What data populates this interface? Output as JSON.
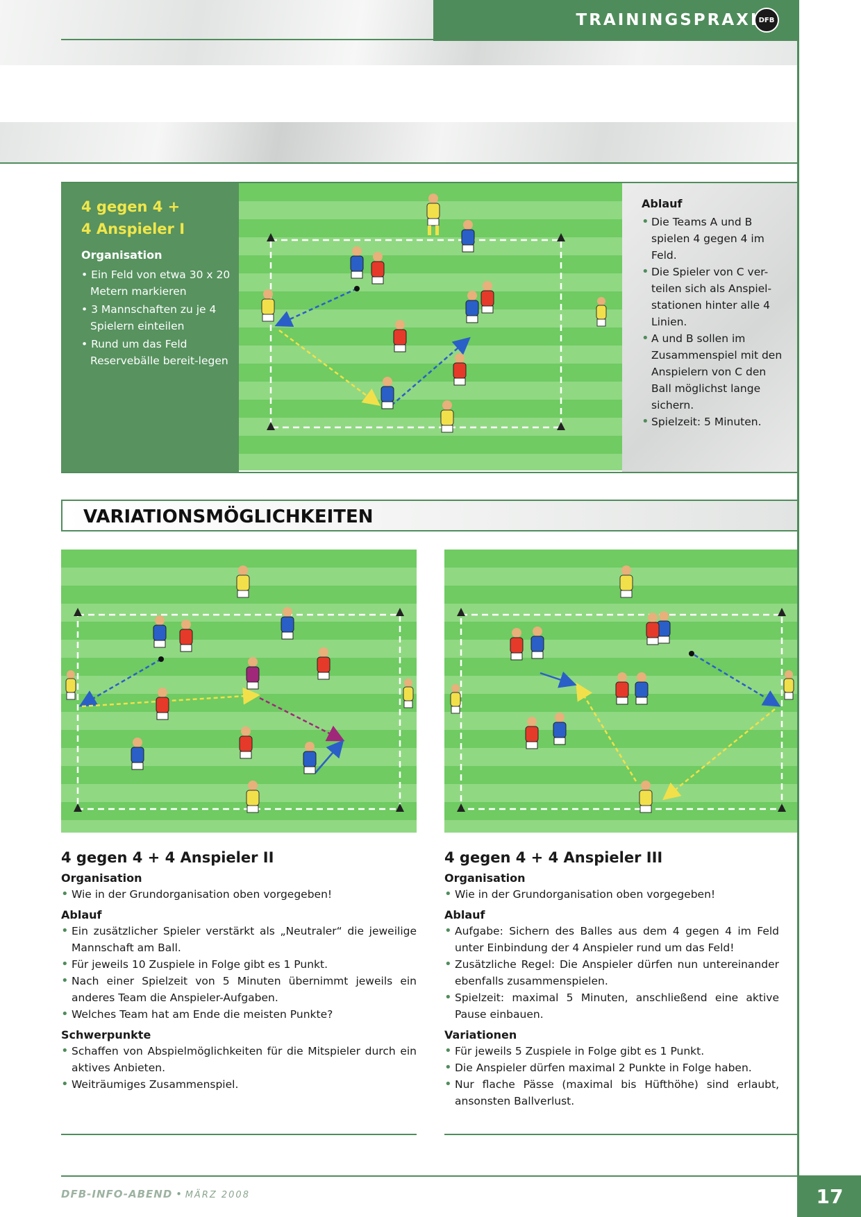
{
  "header": {
    "section_title": "TRAININGSPRAXIS",
    "logo_text": "DFB"
  },
  "drill_main": {
    "title_line1": "4 gegen 4 +",
    "title_line2": "4 Anspieler I",
    "organisation_heading": "Organisation",
    "organisation_items": [
      "Ein Feld von etwa 30 x 20 Metern markieren",
      "3 Mannschaften zu je 4 Spielern einteilen",
      "Rund um das Feld Reservebälle bereit-legen"
    ],
    "ablauf_heading": "Ablauf",
    "ablauf_items": [
      "Die Teams A und B spielen 4 gegen 4 im Feld.",
      "Die Spieler von C ver-teilen sich als Anspiel-stationen hinter alle 4 Linien.",
      "A und B sollen im Zusammenspiel mit den Anspielern von C den Ball möglichst lange sichern.",
      "Spielzeit: 5 Minuten."
    ]
  },
  "variations_heading": "VARIATIONSMÖGLICHKEITEN",
  "variation_2": {
    "title": "4 gegen 4 + 4 Anspieler II",
    "organisation_heading": "Organisation",
    "organisation_items": [
      "Wie in der Grundorganisation oben vorgegeben!"
    ],
    "ablauf_heading": "Ablauf",
    "ablauf_items": [
      "Ein zusätzlicher Spieler verstärkt als „Neutraler“ die jeweilige Mannschaft am Ball.",
      "Für jeweils 10 Zuspiele in Folge gibt es 1 Punkt.",
      "Nach einer Spielzeit von 5 Minuten übernimmt jeweils ein anderes Team die Anspieler-Aufgaben.",
      "Welches Team hat am Ende die meisten Punkte?"
    ],
    "schwerpunkte_heading": "Schwerpunkte",
    "schwerpunkte_items": [
      "Schaffen von Abspielmöglichkeiten für die Mitspieler durch ein aktives Anbieten.",
      "Weiträumiges Zusammenspiel."
    ]
  },
  "variation_3": {
    "title": "4 gegen 4 + 4 Anspieler III",
    "organisation_heading": "Organisation",
    "organisation_items": [
      "Wie in der Grundorganisation oben vorgegeben!"
    ],
    "ablauf_heading": "Ablauf",
    "ablauf_items": [
      "Aufgabe: Sichern des Balles aus dem 4 gegen 4 im Feld unter Einbindung der 4 Anspieler rund um das Feld!",
      "Zusätzliche Regel: Die Anspieler dürfen nun untereinander ebenfalls zusammenspielen.",
      "Spielzeit: maximal 5 Minuten, anschließend eine aktive Pause einbauen."
    ],
    "variationen_heading": "Variationen",
    "variationen_items": [
      "Für jeweils 5 Zuspiele in Folge gibt es 1 Punkt.",
      "Die Anspieler dürfen maximal 2 Punkte in Folge haben.",
      "Nur flache Pässe (maximal bis Hüfthöhe) sind erlaubt, ansonsten Ballverlust."
    ]
  },
  "footer": {
    "publication": "DFB-INFO-ABEND",
    "date": "MÄRZ 2008",
    "page_number": "17"
  },
  "colors": {
    "accent_green": "#4f8c5b",
    "team_blue": "#2a5fc8",
    "team_red": "#e53a2a",
    "anspieler_yellow": "#f2e04a",
    "neutral_purple": "#a0287a"
  }
}
